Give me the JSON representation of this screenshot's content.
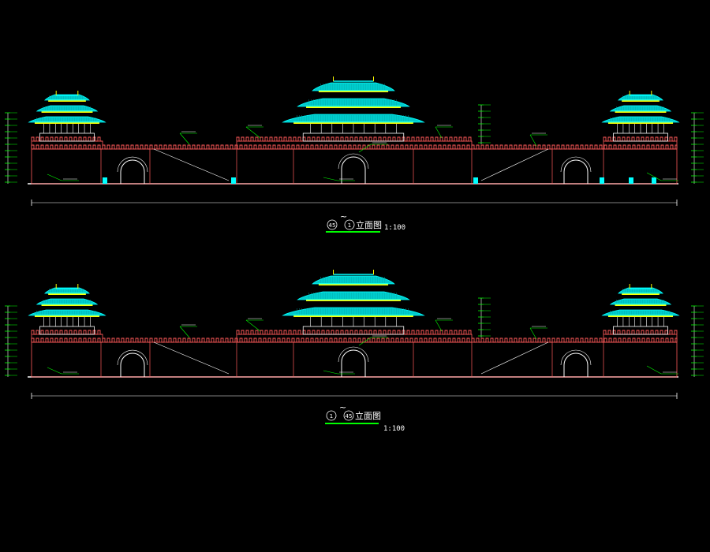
{
  "elevation_1": {
    "start_axis": "45",
    "tilde": "~",
    "end_axis": "1",
    "title": "立面图",
    "scale": "1:100"
  },
  "elevation_2": {
    "start_axis": "1",
    "tilde": "~",
    "end_axis": "45",
    "title": "立面图",
    "scale": "1:100"
  },
  "colors": {
    "background": "#000000",
    "wall": "#ff5a5a",
    "roof": "#00ffff",
    "leader": "#00ff00",
    "bracket": "#ffff00",
    "outline": "#ffffff",
    "underline": "#00ff00"
  }
}
